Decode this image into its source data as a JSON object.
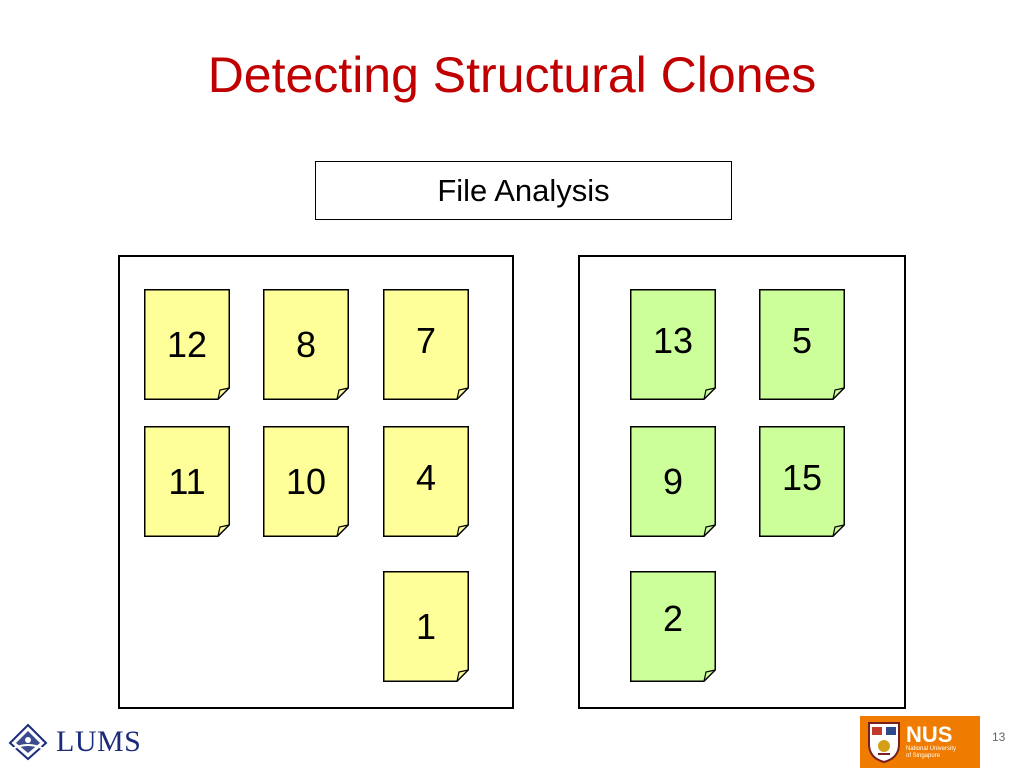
{
  "slide": {
    "title": "Detecting Structural Clones",
    "label": "File Analysis",
    "page_number": "13"
  },
  "colors": {
    "title": "#c00000",
    "yellow_file": "#ffff99",
    "green_file": "#ccff99",
    "nus_orange": "#ef7c00",
    "lums_blue": "#1a2b7a"
  },
  "groups": {
    "left": [
      "12",
      "8",
      "7",
      "11",
      "10",
      "4",
      "1"
    ],
    "right": [
      "13",
      "5",
      "9",
      "15",
      "2"
    ]
  },
  "logos": {
    "lums": {
      "text": "LUMS",
      "icon": "lums-crest-icon"
    },
    "nus": {
      "text": "NUS",
      "subtext_line1": "National University",
      "subtext_line2": "of Singapore",
      "icon": "nus-crest-icon"
    }
  }
}
